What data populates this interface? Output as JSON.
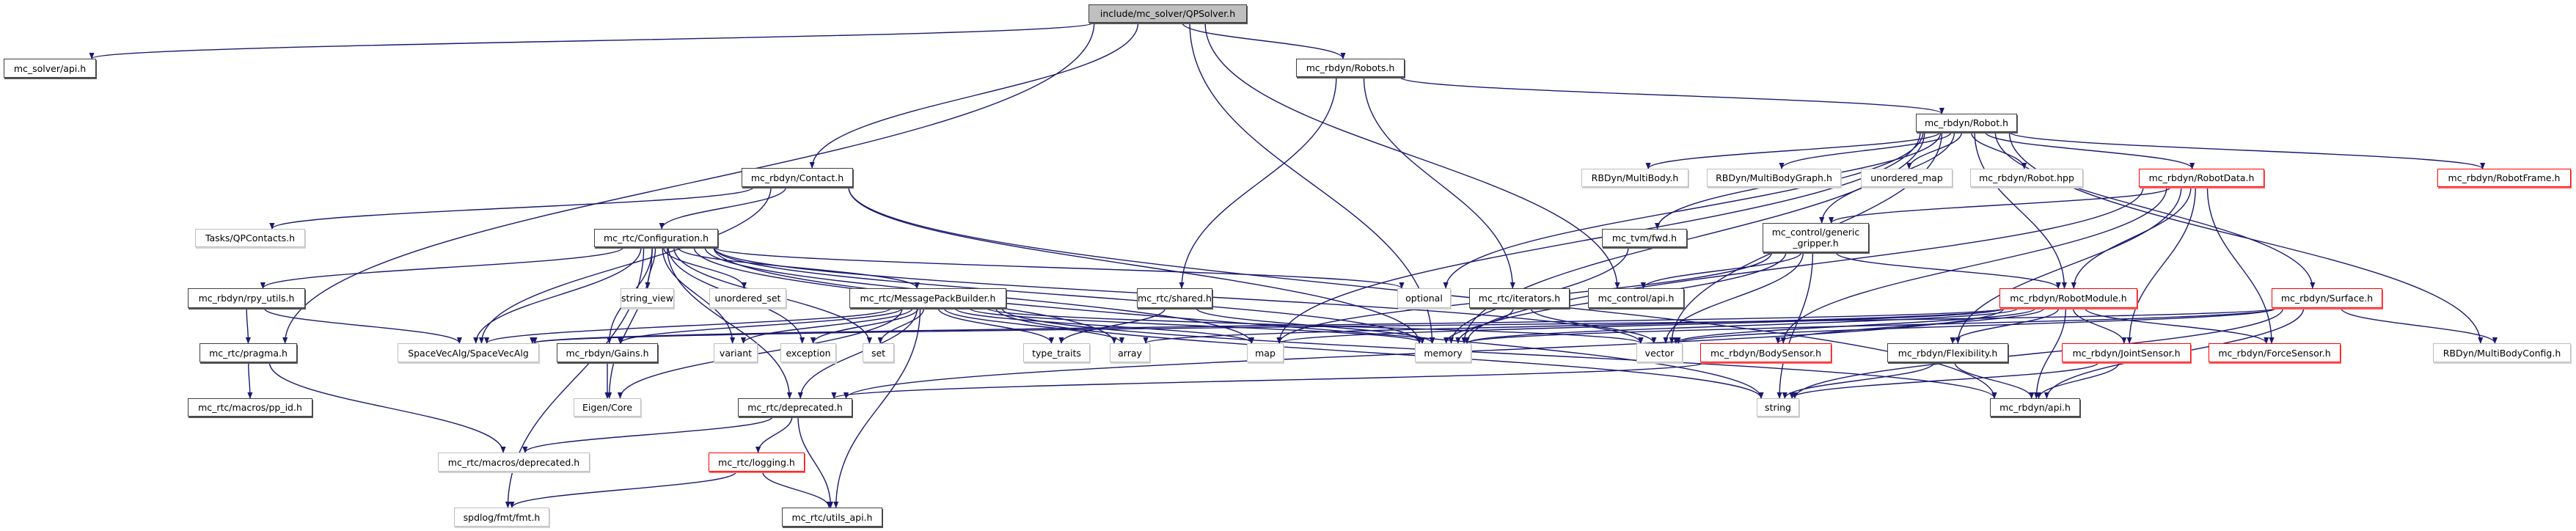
{
  "title": "include/mc_solver/QPSolver.h",
  "colors": {
    "edge": "#191970",
    "node_border": "#404040",
    "external_border": "#bfbfbf",
    "truncated_border": "#ff0000",
    "root_fill": "#bfbfbf"
  },
  "nodes": [
    {
      "id": "root",
      "label": "include/mc_solver/QPSolver.h",
      "kind": "root"
    },
    {
      "id": "solver_api",
      "label": "mc_solver/api.h",
      "kind": "normal"
    },
    {
      "id": "robots",
      "label": "mc_rbdyn/Robots.h",
      "kind": "normal"
    },
    {
      "id": "robot",
      "label": "mc_rbdyn/Robot.h",
      "kind": "normal"
    },
    {
      "id": "contact",
      "label": "mc_rbdyn/Contact.h",
      "kind": "normal"
    },
    {
      "id": "qpcontacts",
      "label": "Tasks/QPContacts.h",
      "kind": "external"
    },
    {
      "id": "configuration",
      "label": "mc_rtc/Configuration.h",
      "kind": "normal"
    },
    {
      "id": "multibody",
      "label": "RBDyn/MultiBody.h",
      "kind": "external"
    },
    {
      "id": "multibodygraph",
      "label": "RBDyn/MultiBodyGraph.h",
      "kind": "external"
    },
    {
      "id": "unordered_map",
      "label": "unordered_map",
      "kind": "external"
    },
    {
      "id": "robot_hpp",
      "label": "mc_rbdyn/Robot.hpp",
      "kind": "external"
    },
    {
      "id": "robotdata",
      "label": "mc_rbdyn/RobotData.h",
      "kind": "truncated"
    },
    {
      "id": "robotframe",
      "label": "mc_rbdyn/RobotFrame.h",
      "kind": "truncated"
    },
    {
      "id": "tvm_fwd",
      "label": "mc_tvm/fwd.h",
      "kind": "normal"
    },
    {
      "id": "generic_gripper",
      "label": "mc_control/generic\n_gripper.h",
      "kind": "normal"
    },
    {
      "id": "rpy_utils",
      "label": "mc_rbdyn/rpy_utils.h",
      "kind": "normal"
    },
    {
      "id": "string_view",
      "label": "string_view",
      "kind": "external"
    },
    {
      "id": "unordered_set",
      "label": "unordered_set",
      "kind": "external"
    },
    {
      "id": "msgpack",
      "label": "mc_rtc/MessagePackBuilder.h",
      "kind": "normal"
    },
    {
      "id": "shared",
      "label": "mc_rtc/shared.h",
      "kind": "normal"
    },
    {
      "id": "optional",
      "label": "optional",
      "kind": "external"
    },
    {
      "id": "iterators",
      "label": "mc_rtc/iterators.h",
      "kind": "normal"
    },
    {
      "id": "control_api",
      "label": "mc_control/api.h",
      "kind": "normal"
    },
    {
      "id": "robotmodule",
      "label": "mc_rbdyn/RobotModule.h",
      "kind": "truncated"
    },
    {
      "id": "surface",
      "label": "mc_rbdyn/Surface.h",
      "kind": "truncated"
    },
    {
      "id": "pragma",
      "label": "mc_rtc/pragma.h",
      "kind": "normal"
    },
    {
      "id": "spacevecalg",
      "label": "SpaceVecAlg/SpaceVecAlg",
      "kind": "external"
    },
    {
      "id": "gains",
      "label": "mc_rbdyn/Gains.h",
      "kind": "normal"
    },
    {
      "id": "variant",
      "label": "variant",
      "kind": "external"
    },
    {
      "id": "exception",
      "label": "exception",
      "kind": "external"
    },
    {
      "id": "set",
      "label": "set",
      "kind": "external"
    },
    {
      "id": "type_traits",
      "label": "type_traits",
      "kind": "external"
    },
    {
      "id": "array",
      "label": "array",
      "kind": "external"
    },
    {
      "id": "map",
      "label": "map",
      "kind": "external"
    },
    {
      "id": "memory",
      "label": "memory",
      "kind": "external"
    },
    {
      "id": "vector",
      "label": "vector",
      "kind": "external"
    },
    {
      "id": "bodysensor",
      "label": "mc_rbdyn/BodySensor.h",
      "kind": "truncated"
    },
    {
      "id": "flexibility",
      "label": "mc_rbdyn/Flexibility.h",
      "kind": "normal"
    },
    {
      "id": "jointsensor",
      "label": "mc_rbdyn/JointSensor.h",
      "kind": "truncated"
    },
    {
      "id": "forcesensor",
      "label": "mc_rbdyn/ForceSensor.h",
      "kind": "truncated"
    },
    {
      "id": "multibodyconfig",
      "label": "RBDyn/MultiBodyConfig.h",
      "kind": "external"
    },
    {
      "id": "pp_id",
      "label": "mc_rtc/macros/pp_id.h",
      "kind": "normal"
    },
    {
      "id": "eigen_core",
      "label": "Eigen/Core",
      "kind": "external"
    },
    {
      "id": "deprecated",
      "label": "mc_rtc/deprecated.h",
      "kind": "normal"
    },
    {
      "id": "string",
      "label": "string",
      "kind": "external"
    },
    {
      "id": "rbdyn_api",
      "label": "mc_rbdyn/api.h",
      "kind": "normal"
    },
    {
      "id": "macros_deprecated",
      "label": "mc_rtc/macros/deprecated.h",
      "kind": "external"
    },
    {
      "id": "logging",
      "label": "mc_rtc/logging.h",
      "kind": "truncated"
    },
    {
      "id": "fmt",
      "label": "spdlog/fmt/fmt.h",
      "kind": "external"
    },
    {
      "id": "utils_api",
      "label": "mc_rtc/utils_api.h",
      "kind": "normal"
    }
  ],
  "edges": [
    [
      "root",
      "solver_api"
    ],
    [
      "root",
      "pragma"
    ],
    [
      "root",
      "contact"
    ],
    [
      "root",
      "memory"
    ],
    [
      "root",
      "robots"
    ],
    [
      "root",
      "control_api"
    ],
    [
      "robots",
      "robot"
    ],
    [
      "robots",
      "shared"
    ],
    [
      "robots",
      "iterators"
    ],
    [
      "robot",
      "multibody"
    ],
    [
      "robot",
      "multibodygraph"
    ],
    [
      "robot",
      "unordered_map"
    ],
    [
      "robot",
      "robot_hpp"
    ],
    [
      "robot",
      "robotdata"
    ],
    [
      "robot",
      "robotframe"
    ],
    [
      "robot",
      "tvm_fwd"
    ],
    [
      "robot",
      "optional"
    ],
    [
      "robot",
      "generic_gripper"
    ],
    [
      "robot",
      "memory"
    ],
    [
      "robot",
      "robotmodule"
    ],
    [
      "robot",
      "surface"
    ],
    [
      "robot",
      "multibodyconfig"
    ],
    [
      "robot",
      "map"
    ],
    [
      "robot",
      "vector"
    ],
    [
      "contact",
      "qpcontacts"
    ],
    [
      "contact",
      "configuration"
    ],
    [
      "contact",
      "spacevecalg"
    ],
    [
      "contact",
      "memory"
    ],
    [
      "contact",
      "rbdyn_api"
    ],
    [
      "configuration",
      "rpy_utils"
    ],
    [
      "configuration",
      "string_view"
    ],
    [
      "configuration",
      "unordered_set"
    ],
    [
      "configuration",
      "msgpack"
    ],
    [
      "configuration",
      "optional"
    ],
    [
      "configuration",
      "memory"
    ],
    [
      "configuration",
      "map"
    ],
    [
      "configuration",
      "vector"
    ],
    [
      "configuration",
      "array"
    ],
    [
      "configuration",
      "set"
    ],
    [
      "configuration",
      "exception"
    ],
    [
      "configuration",
      "variant"
    ],
    [
      "configuration",
      "gains"
    ],
    [
      "configuration",
      "spacevecalg"
    ],
    [
      "configuration",
      "eigen_core"
    ],
    [
      "configuration",
      "deprecated"
    ],
    [
      "configuration",
      "fmt"
    ],
    [
      "configuration",
      "string"
    ],
    [
      "rpy_utils",
      "pragma"
    ],
    [
      "rpy_utils",
      "spacevecalg"
    ],
    [
      "pragma",
      "pp_id"
    ],
    [
      "pragma",
      "macros_deprecated"
    ],
    [
      "msgpack",
      "spacevecalg"
    ],
    [
      "msgpack",
      "gains"
    ],
    [
      "msgpack",
      "variant"
    ],
    [
      "msgpack",
      "exception"
    ],
    [
      "msgpack",
      "set"
    ],
    [
      "msgpack",
      "type_traits"
    ],
    [
      "msgpack",
      "array"
    ],
    [
      "msgpack",
      "map"
    ],
    [
      "msgpack",
      "memory"
    ],
    [
      "msgpack",
      "vector"
    ],
    [
      "msgpack",
      "eigen_core"
    ],
    [
      "msgpack",
      "string"
    ],
    [
      "msgpack",
      "utils_api"
    ],
    [
      "msgpack",
      "rbdyn_api"
    ],
    [
      "msgpack",
      "deprecated"
    ],
    [
      "shared",
      "type_traits"
    ],
    [
      "shared",
      "memory"
    ],
    [
      "iterators",
      "memory"
    ],
    [
      "iterators",
      "vector"
    ],
    [
      "gains",
      "eigen_core"
    ],
    [
      "tvm_fwd",
      "memory"
    ],
    [
      "robotdata",
      "generic_gripper"
    ],
    [
      "robotdata",
      "memory"
    ],
    [
      "robotdata",
      "bodysensor"
    ],
    [
      "robotdata",
      "jointsensor"
    ],
    [
      "robotdata",
      "forcesensor"
    ],
    [
      "robotdata",
      "flexibility"
    ],
    [
      "robotdata",
      "robotmodule"
    ],
    [
      "generic_gripper",
      "control_api"
    ],
    [
      "generic_gripper",
      "robotmodule"
    ],
    [
      "generic_gripper",
      "memory"
    ],
    [
      "generic_gripper",
      "map"
    ],
    [
      "generic_gripper",
      "vector"
    ],
    [
      "generic_gripper",
      "string"
    ],
    [
      "robotmodule",
      "spacevecalg"
    ],
    [
      "robotmodule",
      "array"
    ],
    [
      "robotmodule",
      "map"
    ],
    [
      "robotmodule",
      "memory"
    ],
    [
      "robotmodule",
      "vector"
    ],
    [
      "robotmodule",
      "bodysensor"
    ],
    [
      "robotmodule",
      "flexibility"
    ],
    [
      "robotmodule",
      "jointsensor"
    ],
    [
      "robotmodule",
      "forcesensor"
    ],
    [
      "robotmodule",
      "rbdyn_api"
    ],
    [
      "robotmodule",
      "deprecated"
    ],
    [
      "surface",
      "spacevecalg"
    ],
    [
      "surface",
      "memory"
    ],
    [
      "surface",
      "vector"
    ],
    [
      "surface",
      "string"
    ],
    [
      "surface",
      "rbdyn_api"
    ],
    [
      "surface",
      "multibodyconfig"
    ],
    [
      "bodysensor",
      "deprecated"
    ],
    [
      "flexibility",
      "string"
    ],
    [
      "flexibility",
      "rbdyn_api"
    ],
    [
      "jointsensor",
      "string"
    ],
    [
      "jointsensor",
      "rbdyn_api"
    ],
    [
      "deprecated",
      "macros_deprecated"
    ],
    [
      "deprecated",
      "logging"
    ],
    [
      "deprecated",
      "utils_api"
    ],
    [
      "logging",
      "fmt"
    ],
    [
      "logging",
      "utils_api"
    ]
  ]
}
